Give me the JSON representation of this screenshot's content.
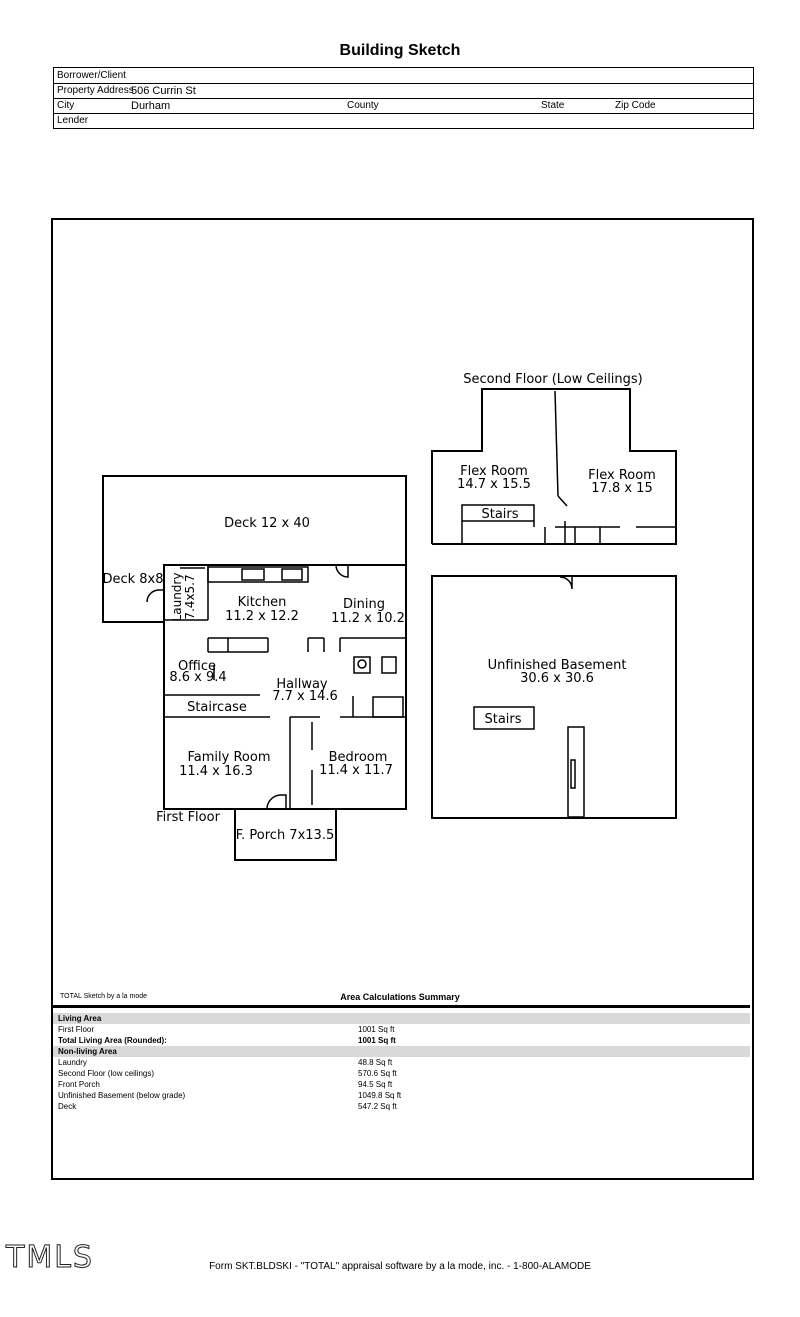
{
  "title": "Building Sketch",
  "header": {
    "borrower_label": "Borrower/Client",
    "borrower_value": "",
    "address_label": "Property Address",
    "address_value": "506 Currin St",
    "city_label": "City",
    "city_value": "Durham",
    "county_label": "County",
    "state_label": "State",
    "zip_label": "Zip Code",
    "lender_label": "Lender"
  },
  "sketch": {
    "second_floor_label": "Second Floor (Low Ceilings)",
    "flex1_name": "Flex Room",
    "flex1_dim": "14.7 x 15.5",
    "flex2_name": "Flex Room",
    "flex2_dim": "17.8 x 15",
    "stairs_upper": "Stairs",
    "basement_name": "Unfinished Basement",
    "basement_dim": "30.6 x 30.6",
    "stairs_basement": "Stairs",
    "deck_label": "Deck 12 x 40",
    "deck_small": "Deck 8x8",
    "laundry_name": "Laundry",
    "laundry_dim": "7.4x5.7",
    "kitchen_name": "Kitchen",
    "kitchen_dim": "11.2 x 12.2",
    "dining_name": "Dining",
    "dining_dim": "11.2 x 10.2",
    "office_name": "Office",
    "office_dim": "8.6 x 9.4",
    "hallway_name": "Hallway",
    "hallway_dim": "7.7 x 14.6",
    "staircase": "Staircase",
    "family_name": "Family Room",
    "family_dim": "11.4 x 16.3",
    "bedroom_name": "Bedroom",
    "bedroom_dim": "11.4 x 11.7",
    "first_floor_label": "First Floor",
    "porch_label": "F. Porch 7x13.5"
  },
  "summary": {
    "software_note": "TOTAL Sketch by a la mode",
    "title": "Area Calculations Summary",
    "living_header": "Living Area",
    "living": [
      {
        "name": "First Floor",
        "area": "1001 Sq ft",
        "bold": false
      },
      {
        "name": "Total Living Area (Rounded):",
        "area": "1001 Sq ft",
        "bold": true
      }
    ],
    "nonliving_header": "Non-living Area",
    "nonliving": [
      {
        "name": "Laundry",
        "area": "48.8 Sq ft"
      },
      {
        "name": "Second Floor (low ceilings)",
        "area": "570.6 Sq ft"
      },
      {
        "name": "Front Porch",
        "area": "94.5 Sq ft"
      },
      {
        "name": "Unfinished Basement (below grade)",
        "area": "1049.8 Sq ft"
      },
      {
        "name": "Deck",
        "area": "547.2 Sq ft"
      }
    ]
  },
  "watermark": "TMLS",
  "footer": "Form SKT.BLDSKI - \"TOTAL\" appraisal software by a la mode, inc. - 1-800-ALAMODE"
}
